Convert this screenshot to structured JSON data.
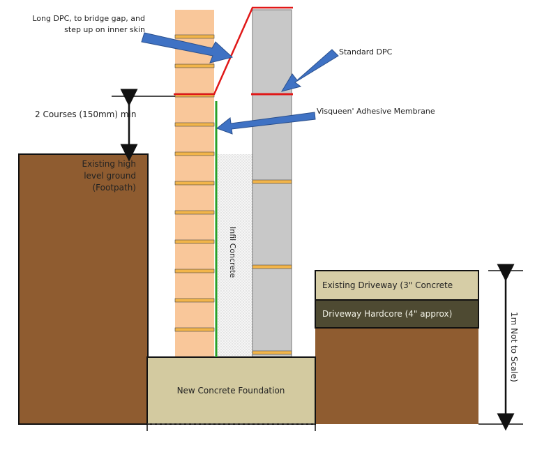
{
  "labels": {
    "long_dpc_line1": "Long DPC, to bridge gap, and",
    "long_dpc_line2": "step up on inner skin",
    "standard_dpc": "Standard DPC",
    "visqueen": "Visqueen' Adhesive Membrane",
    "courses": "2 Courses (150mm) min",
    "ground_line1": "Existing high",
    "ground_line2": "level ground",
    "ground_line3": "(Footpath)",
    "infill": "Infil Concrete",
    "foundation": "New Concrete Foundation",
    "driveway": "Existing Driveway (3\" Concrete",
    "hardcore": "Driveway Hardcore (4\" approx)",
    "scale": "1m Not to Scale)"
  },
  "colors": {
    "soil": "#8f5c30",
    "brick": "#f9c79a",
    "brick_joint": "#f2b54a",
    "block": "#c8c8c8",
    "foundation": "#d3caa0",
    "driveway": "#d6cda6",
    "hardcore": "#4e4a32",
    "dpc": "#e01818",
    "membrane": "#2aa02a",
    "arrow": "#3f72c4"
  }
}
